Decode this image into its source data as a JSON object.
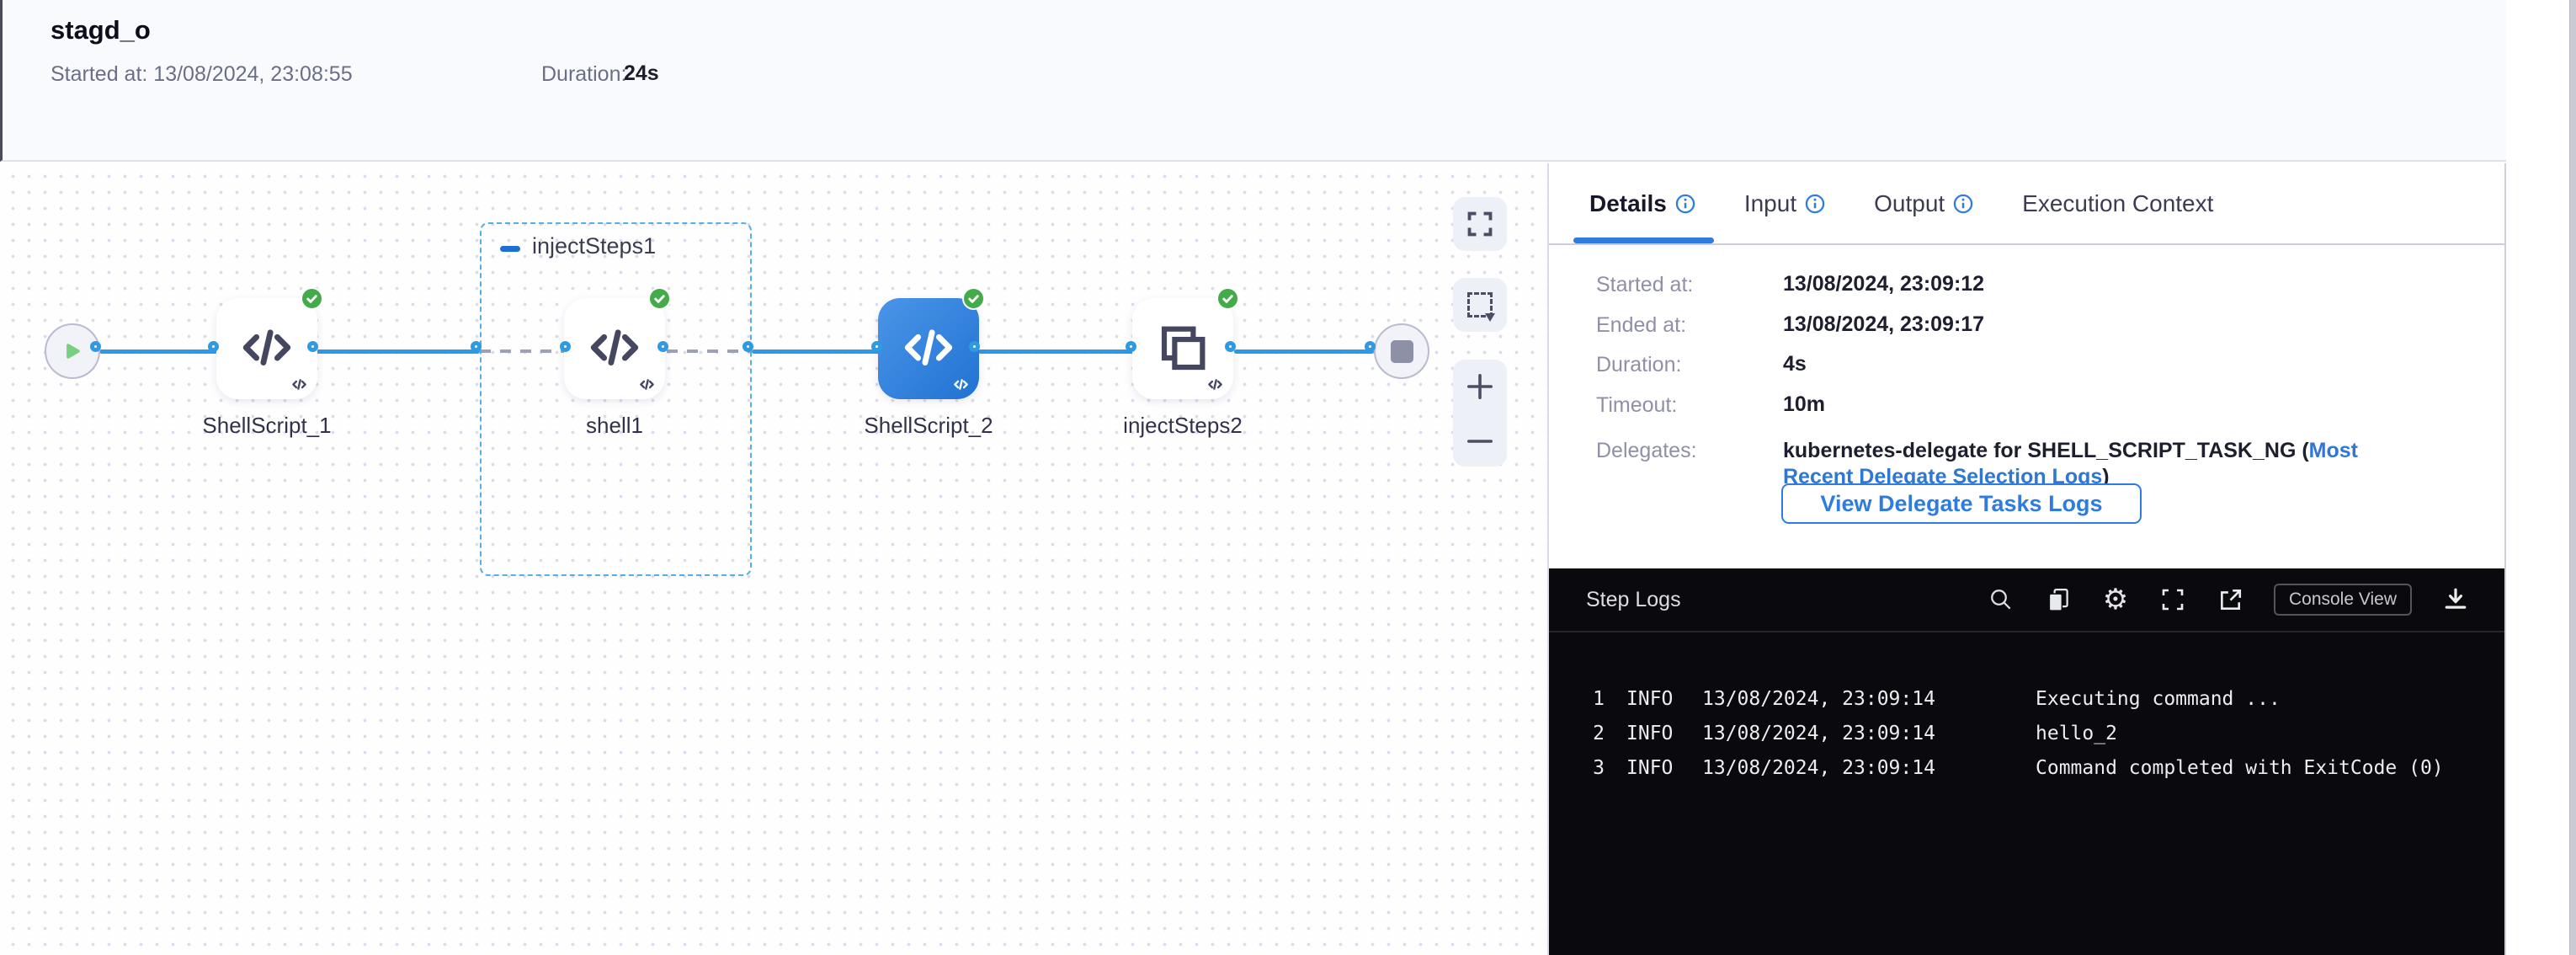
{
  "header": {
    "title": "stagd_o",
    "started": "Started at: 13/08/2024, 23:08:55",
    "duration_label": "Duration:",
    "duration_value": "24s"
  },
  "canvas": {
    "group1": {
      "label": "injectSteps1"
    },
    "nodes": {
      "n1": {
        "label": "ShellScript_1"
      },
      "shell": {
        "label": "shell1"
      },
      "n2": {
        "label": "ShellScript_2"
      },
      "n3": {
        "label": "injectSteps2"
      }
    },
    "zoom_in_label": "+",
    "zoom_out_label": "−"
  },
  "panel": {
    "tabs": [
      {
        "label": "Details"
      },
      {
        "label": "Input"
      },
      {
        "label": "Output"
      },
      {
        "label": "Execution Context"
      }
    ],
    "details": {
      "rows": [
        {
          "label": "Started at:",
          "value": "13/08/2024, 23:09:12"
        },
        {
          "label": "Ended at:",
          "value": "13/08/2024, 23:09:17"
        },
        {
          "label": "Duration:",
          "value": "4s"
        },
        {
          "label": "Timeout:",
          "value": "10m"
        }
      ],
      "delegates_label": "Delegates:",
      "delegates_text": "kubernetes-delegate for SHELL_SCRIPT_TASK_NG (",
      "delegates_link": "Most Recent Delegate Selection Logs",
      "delegates_close": ")",
      "button_label": "View Delegate Tasks Logs"
    }
  },
  "logs": {
    "title": "Step Logs",
    "console_view_label": "Console View",
    "gear_glyph": "⚙",
    "lines": [
      {
        "num": "1",
        "level": "INFO",
        "time": "13/08/2024, 23:09:14",
        "msg": "Executing command ..."
      },
      {
        "num": "2",
        "level": "INFO",
        "time": "13/08/2024, 23:09:14",
        "msg": "hello_2"
      },
      {
        "num": "3",
        "level": "INFO",
        "time": "13/08/2024, 23:09:14",
        "msg": "Command completed with ExitCode (0)"
      }
    ]
  },
  "colors": {
    "accent_blue": "#2e7ce0",
    "edge_blue": "#2d9ae6",
    "success_green": "#43ab49",
    "link_blue": "#2f77d3",
    "log_bg": "#0a0a0e"
  }
}
